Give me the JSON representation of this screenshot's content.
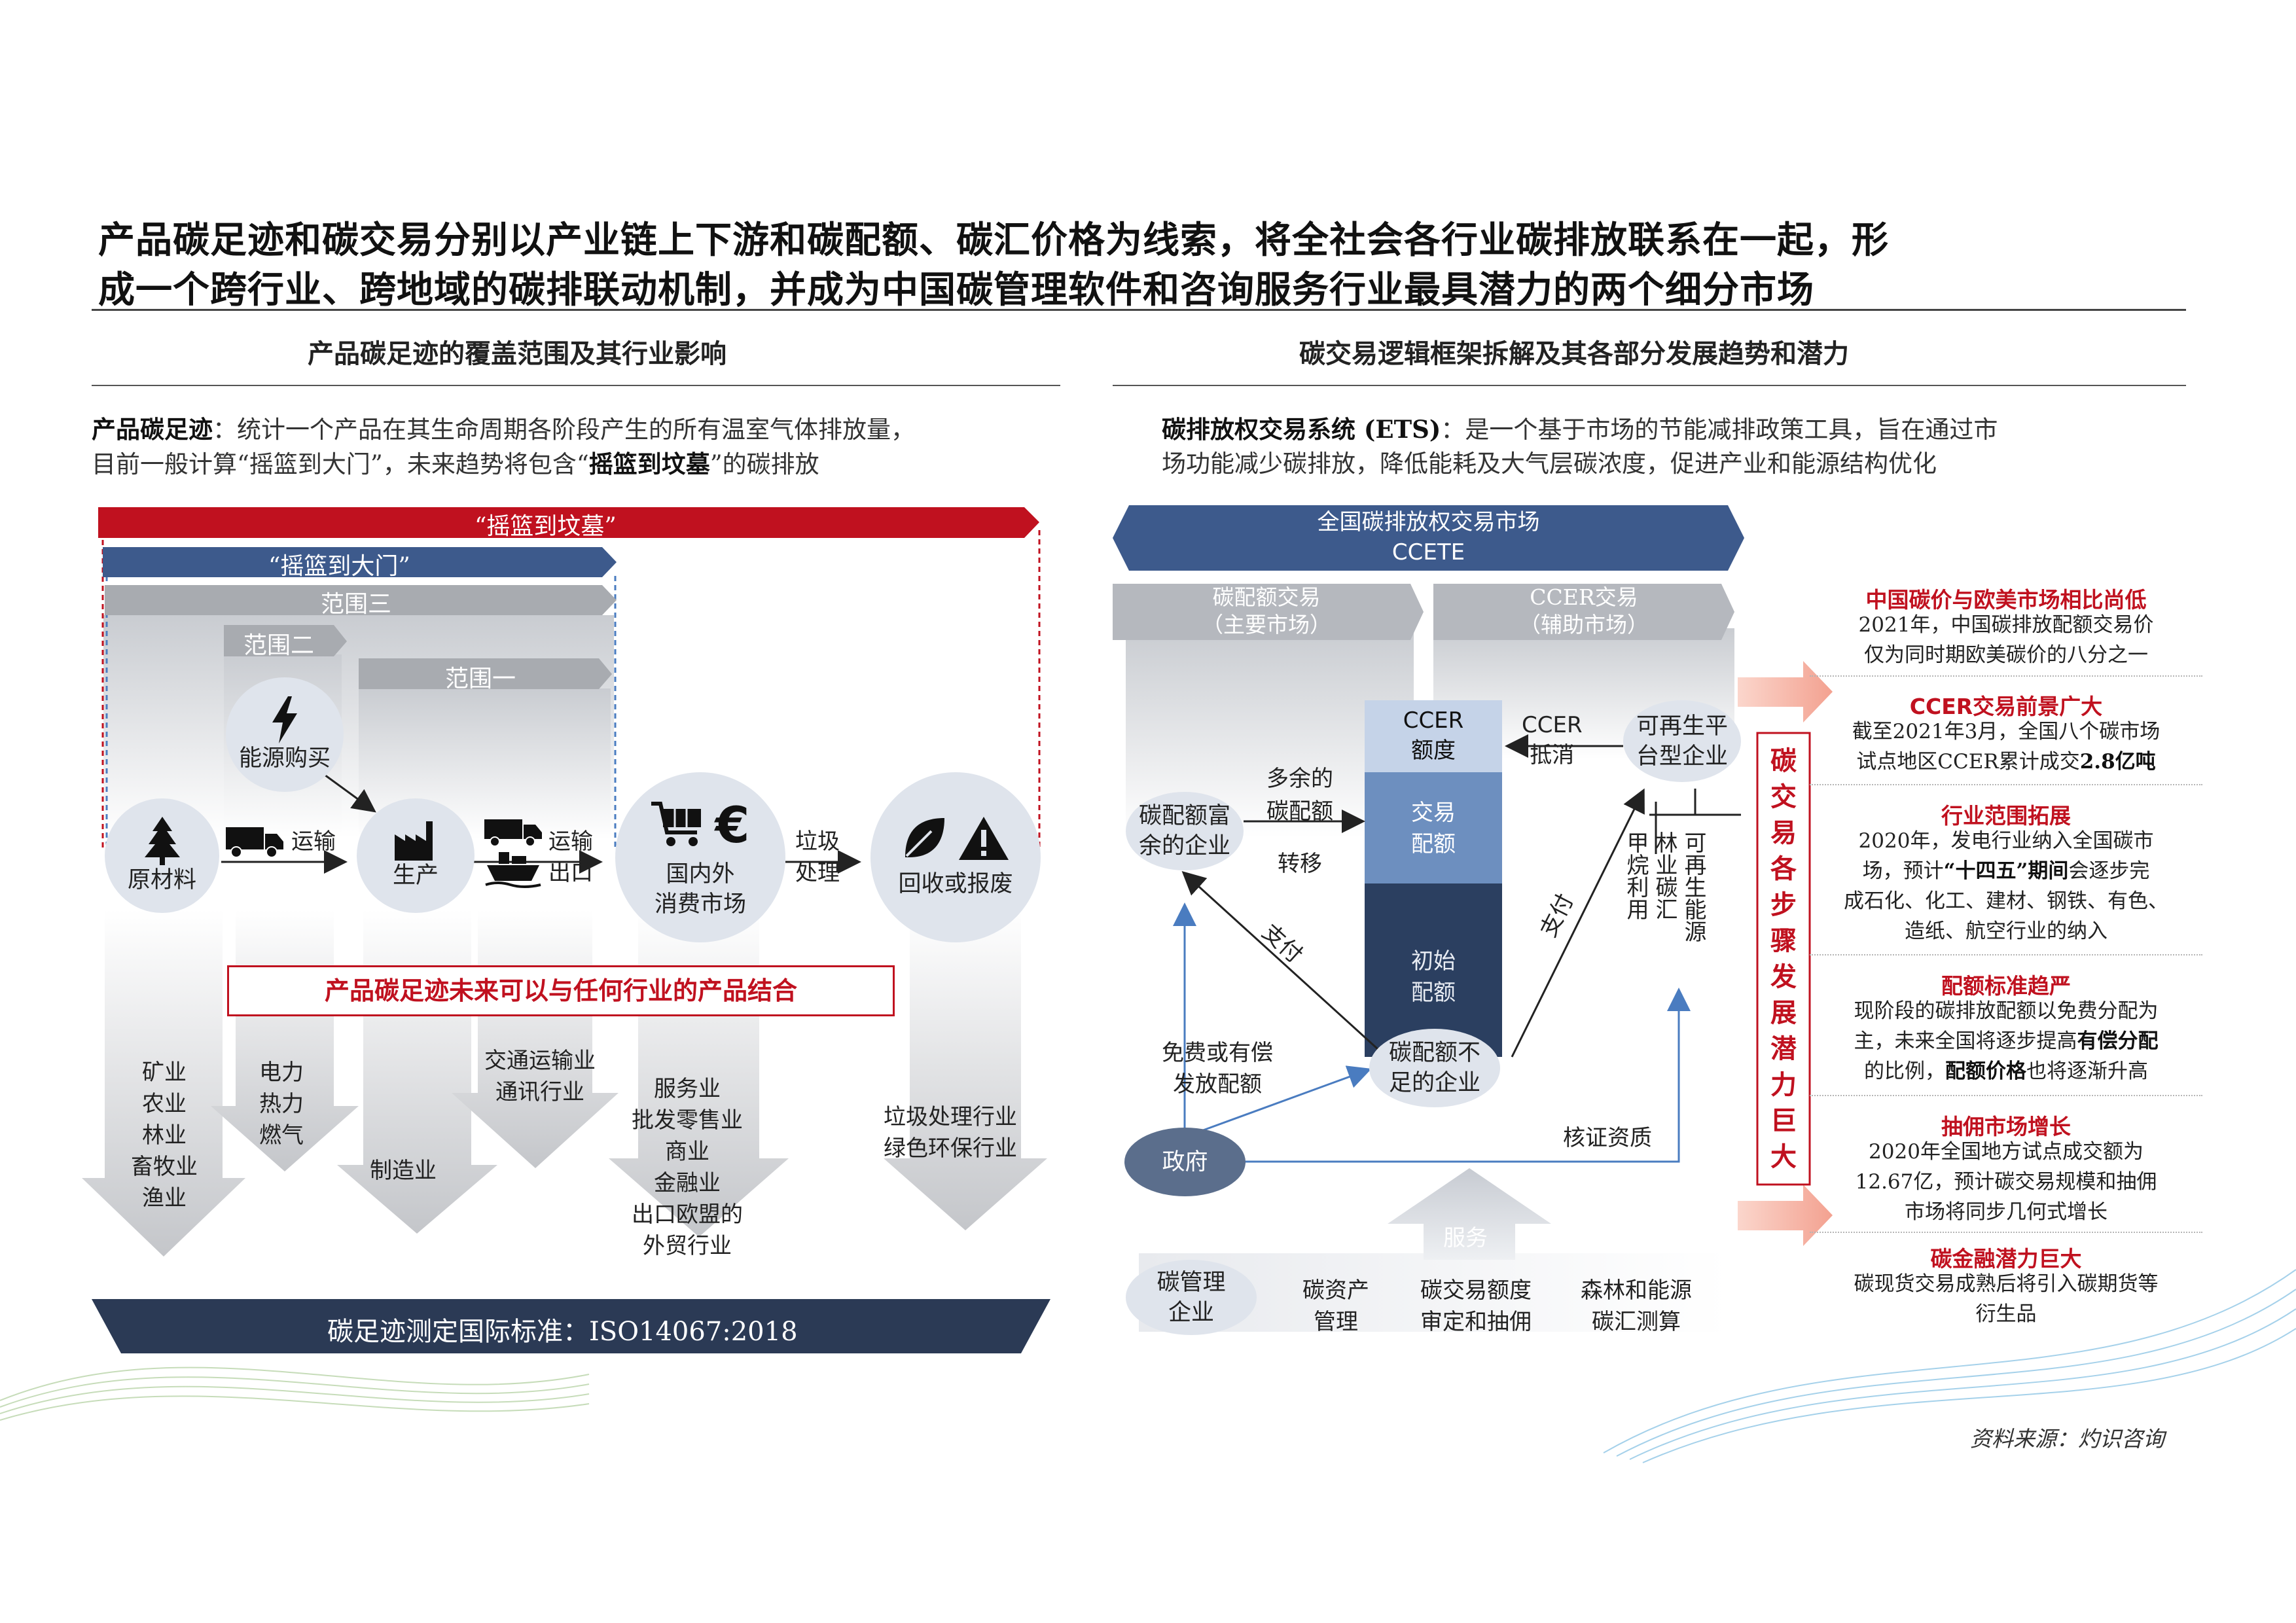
{
  "title": {
    "line1": "产品碳足迹和碳交易分别以产业链上下游和碳配额、碳汇价格为线索，将全社会各行业碳排放联系在一起，形",
    "line2": "成一个跨行业、跨地域的碳排联动机制，并成为中国碳管理软件和咨询服务行业最具潜力的两个细分市场"
  },
  "left": {
    "section_title": "产品碳足迹的覆盖范围及其行业影响",
    "intro_label": "产品碳足迹",
    "intro_line1": "：统计一个产品在其生命周期各阶段产生的所有温室气体排放量，",
    "intro_line2_a": "目前一般计算“摇篮到大门”，未来趋势将包含“",
    "intro_line2_b": "摇篮到坟墓",
    "intro_line2_c": "”的碳排放",
    "bar_cradle_grave": "“摇篮到坟墓”",
    "bar_cradle_gate": "“摇篮到大门”",
    "scope3": "范围三",
    "scope2": "范围二",
    "scope1": "范围一",
    "energy_purchase": "能源购买",
    "raw_material": "原材料",
    "transport1": "运输",
    "production": "生产",
    "transport2_a": "运输",
    "transport2_b": "出口",
    "consumer_market_a": "国内外",
    "consumer_market_b": "消费市场",
    "garbage_a": "垃圾",
    "garbage_b": "处理",
    "recycle": "回收或报废",
    "highlight": "产品碳足迹未来可以与任何行业的产品结合",
    "industries": {
      "col1": [
        "矿业",
        "农业",
        "林业",
        "畜牧业",
        "渔业"
      ],
      "col2": [
        "电力",
        "热力",
        "燃气"
      ],
      "col3": [
        "制造业"
      ],
      "col4": [
        "交通运输业",
        "通讯行业"
      ],
      "col5": [
        "服务业",
        "批发零售业",
        "商业",
        "金融业",
        "出口欧盟的",
        "外贸行业"
      ],
      "col6": [
        "垃圾处理行业",
        "绿色环保行业"
      ]
    },
    "standard": "碳足迹测定国际标准：ISO14067:2018"
  },
  "right": {
    "section_title": "碳交易逻辑框架拆解及其各部分发展趋势和潜力",
    "intro_label": "碳排放权交易系统 (ETS)",
    "intro_line1": "：是一个基于市场的节能减排政策工具，旨在通过市",
    "intro_line2": "场功能减少碳排放，降低能耗及大气层碳浓度，促进产业和能源结构优化",
    "banner_line1": "全国碳排放权交易市场",
    "banner_line2": "CCETE",
    "quota_trade_a": "碳配额交易",
    "quota_trade_b": "（主要市场）",
    "ccer_trade_a": "CCER交易",
    "ccer_trade_b": "（辅助市场）",
    "surplus_a": "碳配额富",
    "surplus_b": "余的企业",
    "extra_a": "多余的",
    "extra_b": "碳配额",
    "extra_c": "转移",
    "stack_ccer_a": "CCER",
    "stack_ccer_b": "额度",
    "stack_trade_a": "交易",
    "stack_trade_b": "配额",
    "stack_init_a": "初始",
    "stack_init_b": "配额",
    "ccer_offset_a": "CCER",
    "ccer_offset_b": "抵消",
    "renewable_a": "可再生平",
    "renewable_b": "台型企业",
    "vert1": "可再生能源",
    "vert2": "林业碳汇",
    "vert3": "甲烷利用",
    "pay1": "支付",
    "pay2": "支付",
    "free_a": "免费或有偿",
    "free_b": "发放配额",
    "shortage_a": "碳配额不",
    "shortage_b": "足的企业",
    "govt": "政府",
    "verify": "核证资质",
    "service": "服务",
    "cm_a": "碳管理",
    "cm_b": "企业",
    "asset_a": "碳资产",
    "asset_b": "管理",
    "audit_a": "碳交易额度",
    "audit_b": "审定和抽佣",
    "forest_a": "森林和能源",
    "forest_b": "碳汇测算",
    "big_red": [
      "碳",
      "交",
      "易",
      "各",
      "步",
      "骤",
      "发",
      "展",
      "潜",
      "力",
      "巨",
      "大"
    ],
    "notes": [
      {
        "title": "中国碳价与欧美市场相比尚低",
        "body": [
          "2021年，中国碳排放配额交易价",
          "仅为同时期欧美碳价的八分之一"
        ]
      },
      {
        "title": "CCER交易前景广大",
        "body": [
          "截至2021年3月，全国八个碳市场",
          "试点地区CCER累计成交",
          "2.8亿吨"
        ]
      },
      {
        "title": "行业范围拓展",
        "body": [
          "2020年，发电行业纳入全国碳市",
          "场，预计",
          "“十四五”期间",
          "会逐步完",
          "成石化、化工、建材、钢铁、有色、",
          "造纸、航空行业的纳入"
        ]
      },
      {
        "title": "配额标准趋严",
        "body": [
          "现阶段的碳排放配额以免费分配为",
          "主，未来全国将逐步提高",
          "有偿分配",
          "的比例，",
          "配额价格",
          "也将逐渐升高"
        ]
      },
      {
        "title": "抽佣市场增长",
        "body": [
          "2020年全国地方试点成交额为",
          "12.67亿，预计碳交易规模和抽佣",
          "市场将同步几何式增长"
        ]
      },
      {
        "title": "碳金融潜力巨大",
        "body": [
          "碳现货交易成熟后将引入碳期货等",
          "衍生品"
        ]
      }
    ]
  },
  "source": "资料来源：灼识咨询",
  "colors": {
    "red": "#c0111f",
    "navy": "#3d5a8c",
    "dark_navy": "#2b3a55",
    "gray": "#a8abb0",
    "light_blue": "#dfe4ec",
    "salmon": "#f3a190"
  }
}
